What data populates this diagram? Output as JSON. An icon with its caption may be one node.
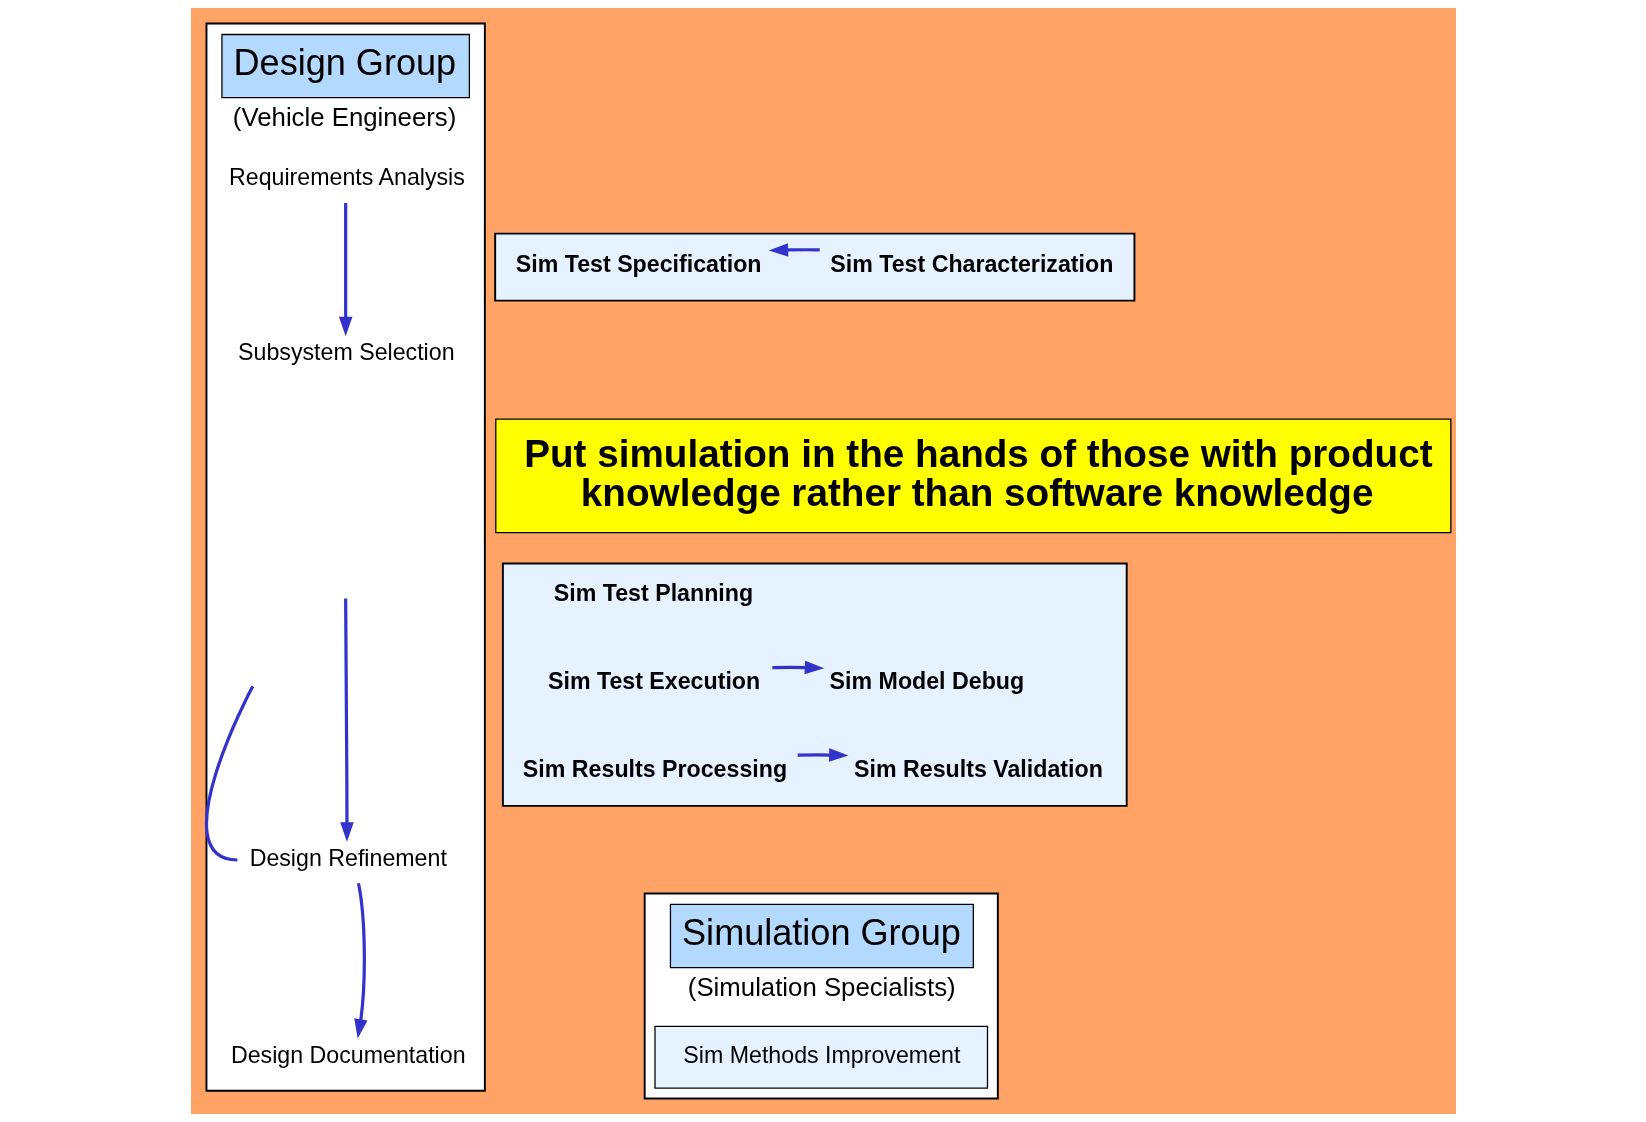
{
  "diagram": {
    "nodes": [
      {
        "text": [
          "Design Group",
          "(Vehicle Engineers)"
        ]
      },
      {
        "text": [
          "Simulation Group",
          "(Simulation Specialists)"
        ]
      },
      {
        "text": [
          "Requirements Analysis"
        ],
        "in": 0
      },
      {
        "text": [],
        "shape": "box"
      },
      {
        "text": [
          "Sim Test Specification"
        ],
        "in": 3
      },
      {
        "text": [
          "Sim Test Characterization"
        ],
        "in": 3
      },
      {
        "text": [
          "Subsystem Selection"
        ],
        "in": 0
      },
      {
        "text": [
          "Put simulation in the hands of those with product knowledge rather than software knowledge"
        ]
      },
      {
        "text": [],
        "shape": "box"
      },
      {
        "text": [
          "Sim Test Planning"
        ],
        "in": 8
      },
      {
        "text": [
          "Sim Test Execution"
        ],
        "in": 8
      },
      {
        "text": [
          "Sim Results Processing"
        ],
        "in": 8
      },
      {
        "text": [
          "Sim Model Debug"
        ],
        "in": 8
      },
      {
        "text": [
          "Sim Results Validation"
        ],
        "in": 8
      },
      {
        "text": [
          "Design Refinement"
        ],
        "in": 0
      },
      {
        "text": [
          "Design Documentation"
        ],
        "in": 0
      },
      {
        "text": [
          "Sim Methods Improvement"
        ],
        "in": 1
      }
    ],
    "edges": [
      {
        "from": 2,
        "to": 6,
        "arrow": "to"
      },
      {
        "from": 5,
        "to": 4,
        "arrow": "to"
      },
      {
        "from": 10,
        "to": 12,
        "arrow": "to"
      },
      {
        "from": 11,
        "to": 13,
        "arrow": "to"
      },
      {
        "from": null,
        "to": 14,
        "arrow": "to"
      },
      {
        "from": null,
        "to": 14,
        "arrow": "none"
      },
      {
        "from": 14,
        "to": 15,
        "arrow": "to"
      }
    ]
  }
}
